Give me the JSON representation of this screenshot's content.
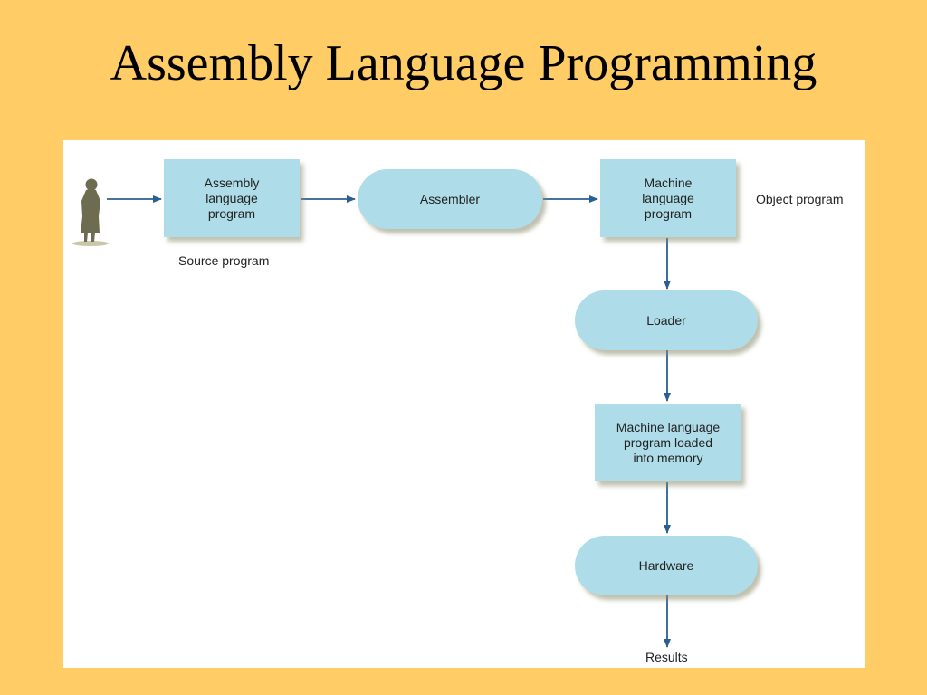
{
  "title": "Assembly Language Programming",
  "diagram": {
    "nodes": {
      "assembly_program": "Assembly\nlanguage\nprogram",
      "assembler": "Assembler",
      "machine_program": "Machine\nlanguage\nprogram",
      "loader": "Loader",
      "loaded_program": "Machine language\nprogram loaded\ninto memory",
      "hardware": "Hardware"
    },
    "labels": {
      "source": "Source program",
      "object": "Object program",
      "results": "Results"
    },
    "edges": [
      [
        "person",
        "assembly_program"
      ],
      [
        "assembly_program",
        "assembler"
      ],
      [
        "assembler",
        "machine_program"
      ],
      [
        "machine_program",
        "loader"
      ],
      [
        "loader",
        "loaded_program"
      ],
      [
        "loaded_program",
        "hardware"
      ],
      [
        "hardware",
        "results"
      ]
    ]
  },
  "colors": {
    "background": "#FFCC66",
    "node_fill": "#AEDCE8",
    "arrow": "#2B5F93",
    "person": "#6E6C50"
  }
}
